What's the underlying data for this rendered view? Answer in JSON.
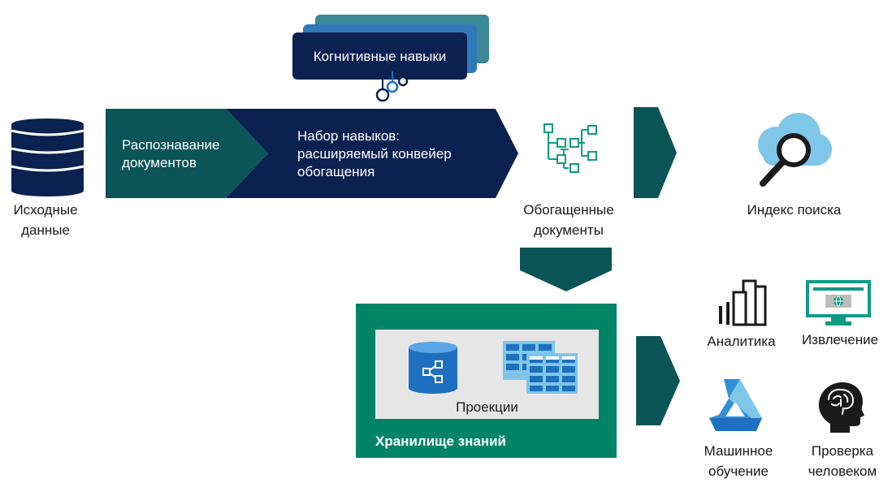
{
  "cognitive_skills": {
    "label": "Когнитивные навыки"
  },
  "source": {
    "label": "Исходные данные"
  },
  "pipeline": {
    "doc_cracking": "Распознавание документов",
    "skillset": "Набор навыков: расширяемый конвейер обогащения"
  },
  "enriched": {
    "label": "Обогащенные документы"
  },
  "search_index": {
    "label": "Индекс поиска"
  },
  "knowledge_store": {
    "title": "Хранилище знаний",
    "projections": "Проекции"
  },
  "consumers": {
    "analytics": "Аналитика",
    "extraction": "Извлечение",
    "ml": "Машинное обучение",
    "human_review": "Проверка человеком"
  },
  "colors": {
    "dark_navy": "#0b2150",
    "dark_teal": "#0b5457",
    "green": "#008468",
    "light_gray": "#e6e6e6",
    "blue": "#1f6fc0",
    "teal_icon": "#109a88"
  }
}
